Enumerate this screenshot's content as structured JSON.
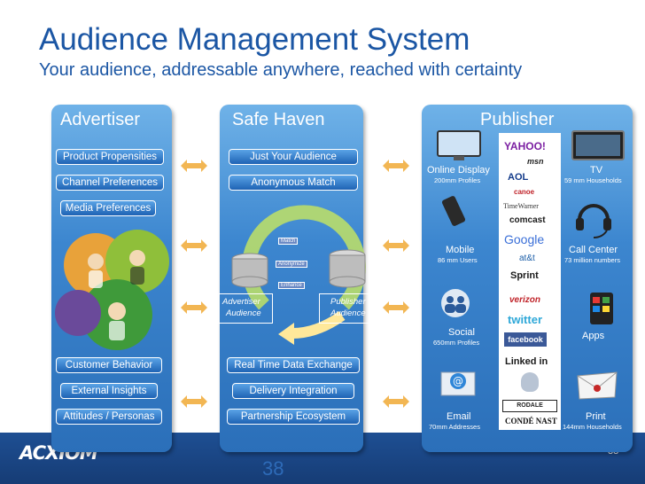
{
  "title": "Audience Management System",
  "subtitle": "Your audience, addressable anywhere, reached with certainty",
  "advertiser": {
    "heading": "Advertiser",
    "top_items": [
      "Product Propensities",
      "Channel Preferences",
      "Media Preferences"
    ],
    "bottom_items": [
      "Customer Behavior",
      "External Insights",
      "Attitudes / Personas"
    ]
  },
  "safe_haven": {
    "heading": "Safe Haven",
    "top_items": [
      "Just Your Audience",
      "Anonymous Match"
    ],
    "cycle_labels": [
      "Match",
      "Anonymize",
      "Enhance"
    ],
    "advertiser_audience": [
      "Advertiser",
      "Audience"
    ],
    "publisher_audience": [
      "Publisher",
      "Audience"
    ],
    "bottom_items": [
      "Real Time Data Exchange",
      "Delivery Integration",
      "Partnership Ecosystem"
    ]
  },
  "publisher": {
    "heading": "Publisher",
    "channels": [
      {
        "label": "Online Display",
        "sub": "200mm Profiles",
        "icon": "monitor-icon"
      },
      {
        "label": "TV",
        "sub": "59 mm Households",
        "icon": "tv-icon"
      },
      {
        "label": "Mobile",
        "sub": "86 mm Users",
        "icon": "mobile-phone-icon"
      },
      {
        "label": "Call Center",
        "sub": "73 million numbers",
        "icon": "headset-icon"
      },
      {
        "label": "Social",
        "sub": "650mm Profiles",
        "icon": "people-icon"
      },
      {
        "label": "Apps",
        "sub": "",
        "icon": "smartphone-apps-icon"
      },
      {
        "label": "Email",
        "sub": "70mm Addresses",
        "icon": "email-envelope-icon"
      },
      {
        "label": "Print",
        "sub": "144mm Households",
        "icon": "mail-envelope-icon"
      }
    ],
    "brands": [
      "YAHOO!",
      "msn",
      "AOL",
      "canoe",
      "TimeWarner",
      "comcast",
      "Google",
      "at&t",
      "Sprint",
      "verizon",
      "twitter",
      "facebook",
      "Linked in",
      "RODALE",
      "CONDÉ NAST"
    ]
  },
  "logo_text": "ACXIOM",
  "ghost_number": "38",
  "page_number": "38",
  "colors": {
    "title": "#1b56a4",
    "panel": "#3c86cf",
    "bar": "#1e4f93",
    "arrow": "#f2b653"
  }
}
